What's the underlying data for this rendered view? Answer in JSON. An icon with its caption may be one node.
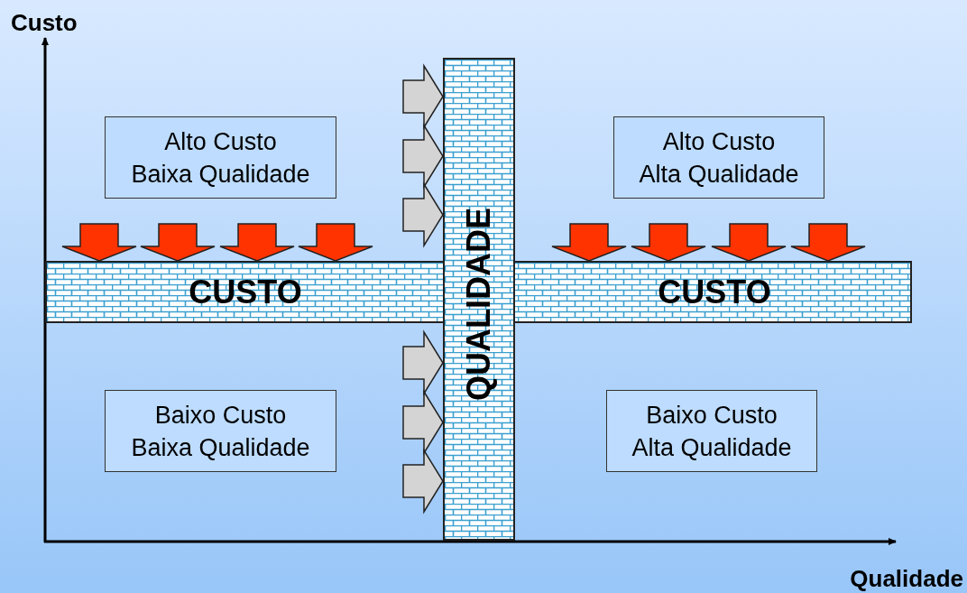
{
  "diagram": {
    "nodes": [
      {
        "text": [
          "Alto Custo Baixa Qualidade"
        ]
      },
      {
        "text": [
          "Alto Custo Alta Qualidade"
        ]
      },
      {
        "text": [
          "CUSTO",
          "CUSTO"
        ]
      },
      {
        "text": [
          "QUALIDADE"
        ]
      },
      {
        "text": [
          "Baixo Custo Baixa Qualidade"
        ]
      },
      {
        "text": [
          "Baixo Custo Alta Qualidade"
        ]
      }
    ],
    "edges": [
      {
        "from": null,
        "to": 2,
        "arrow": "to"
      },
      {
        "from": null,
        "to": 2,
        "arrow": "to"
      },
      {
        "from": null,
        "to": 2,
        "arrow": "to"
      },
      {
        "from": null,
        "to": 2,
        "arrow": "to"
      },
      {
        "from": null,
        "to": 2,
        "arrow": "to"
      },
      {
        "from": null,
        "to": 2,
        "arrow": "to"
      },
      {
        "from": null,
        "to": 2,
        "arrow": "to"
      },
      {
        "from": null,
        "to": 2,
        "arrow": "to"
      },
      {
        "from": null,
        "to": 3,
        "arrow": "to",
        "color": "#d4d4d4"
      },
      {
        "from": null,
        "to": 3,
        "arrow": "to",
        "color": "#d4d4d4"
      },
      {
        "from": null,
        "to": 3,
        "arrow": "to",
        "color": "#d4d4d4"
      },
      {
        "from": null,
        "to": 3,
        "arrow": "to",
        "color": "#d4d4d4"
      },
      {
        "from": null,
        "to": 3,
        "arrow": "to",
        "color": "#d4d4d4"
      },
      {
        "from": null,
        "to": 3,
        "arrow": "to",
        "color": "#d4d4d4"
      }
    ],
    "labels": [
      "Custo",
      "Qualidade"
    ]
  }
}
